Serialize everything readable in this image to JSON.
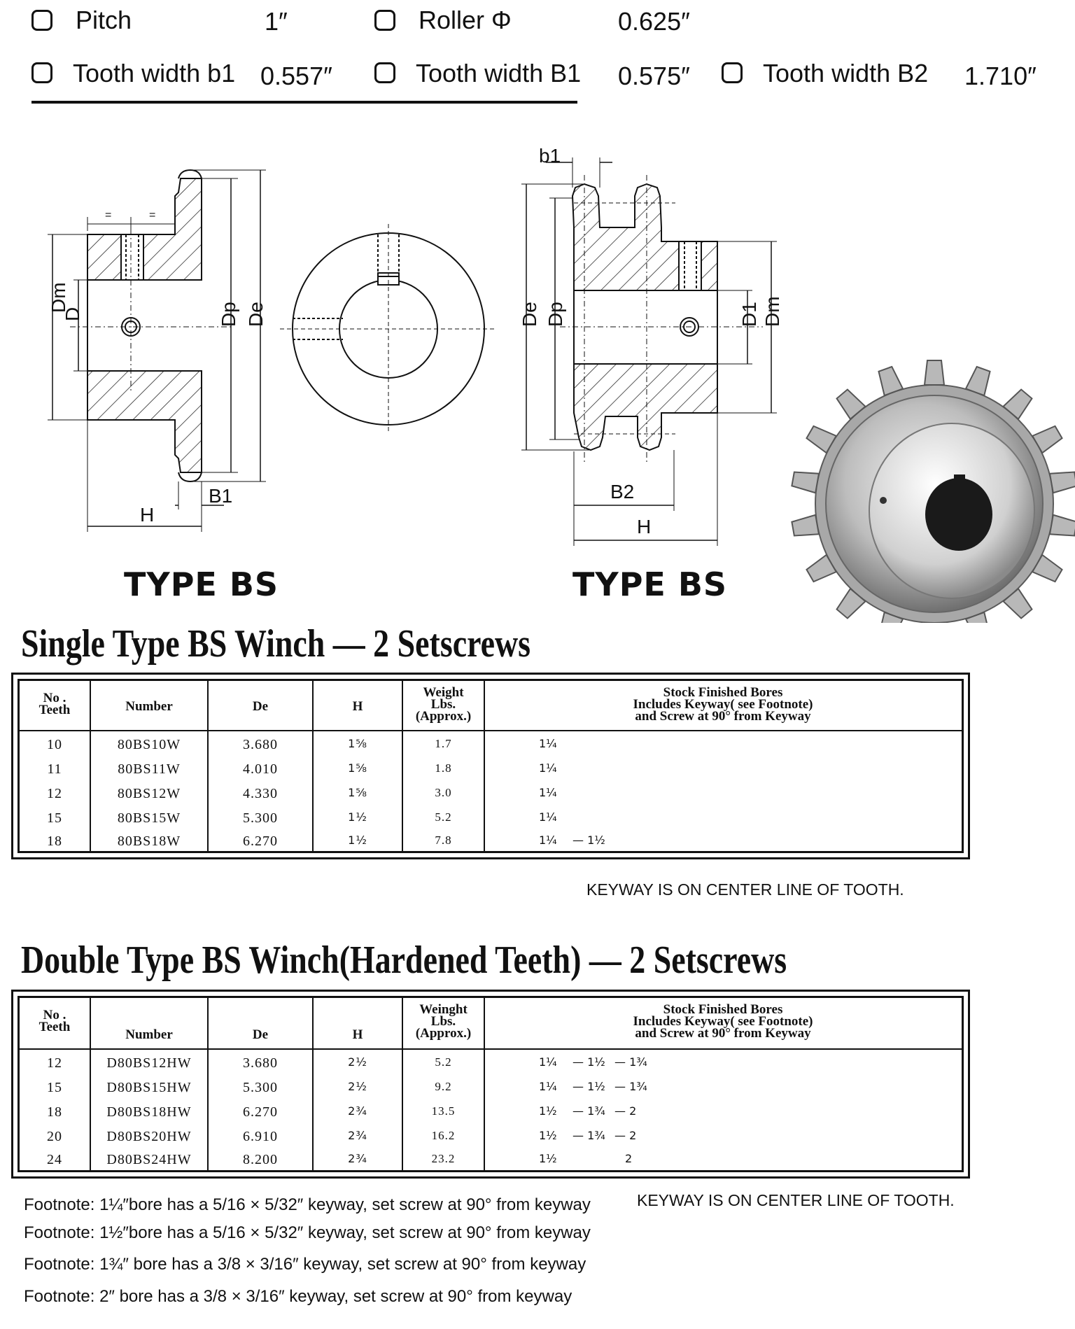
{
  "specs": {
    "pitch": {
      "label": "Pitch",
      "value": "1″"
    },
    "roller": {
      "label": "Roller Φ",
      "value": "0.625″"
    },
    "b1": {
      "label": "Tooth width b1",
      "value": "0.557″"
    },
    "B1": {
      "label": "Tooth width B1",
      "value": "0.575″"
    },
    "B2": {
      "label": "Tooth width B2",
      "value": "1.710″"
    }
  },
  "drawing_left": {
    "type_label": "TYPE BS",
    "dims": {
      "dm": "Dm",
      "d": "D",
      "dp": "Dp",
      "de": "De",
      "b1": "B1",
      "h": "H",
      "eq": "="
    }
  },
  "drawing_right": {
    "type_label": "TYPE BS",
    "dims": {
      "b1": "b1",
      "de": "De",
      "dp": "Dp",
      "d1": "D1",
      "dm": "Dm",
      "b2": "B2",
      "h": "H"
    }
  },
  "single": {
    "title": "Single Type   BS   Winch — 2 Setscrews",
    "headers": {
      "teeth": [
        "No .",
        "Teeth"
      ],
      "number": "Number",
      "de": "De",
      "h": "H",
      "weight": [
        "Weight",
        "Lbs.",
        "(Approx.)"
      ],
      "bores": [
        "Stock Finished Bores",
        "Includes Keyway( see Footnote)",
        "and Screw at 90°  from Keyway"
      ]
    },
    "rows": [
      {
        "teeth": "10",
        "number": "80BS10W",
        "de": "3.680",
        "h": "1⅝",
        "weight": "1.7",
        "bores": [
          "1¼"
        ]
      },
      {
        "teeth": "11",
        "number": "80BS11W",
        "de": "4.010",
        "h": "1⅝",
        "weight": "1.8",
        "bores": [
          "1¼"
        ]
      },
      {
        "teeth": "12",
        "number": "80BS12W",
        "de": "4.330",
        "h": "1⅝",
        "weight": "3.0",
        "bores": [
          "1¼"
        ]
      },
      {
        "teeth": "15",
        "number": "80BS15W",
        "de": "5.300",
        "h": "1½",
        "weight": "5.2",
        "bores": [
          "1¼"
        ]
      },
      {
        "teeth": "18",
        "number": "80BS18W",
        "de": "6.270",
        "h": "1½",
        "weight": "7.8",
        "bores": [
          "1¼",
          "— 1½"
        ]
      }
    ],
    "note": "KEYWAY IS ON CENTER LINE OF TOOTH."
  },
  "double": {
    "title": "Double Type   BS   Winch(Hardened Teeth) — 2 Setscrews",
    "headers": {
      "teeth": [
        "No .",
        "Teeth"
      ],
      "number": "Number",
      "de": "De",
      "h": "H",
      "weight": [
        "Weinght",
        "Lbs.",
        "(Approx.)"
      ],
      "bores": [
        "Stock Finished Bores",
        "Includes Keyway( see Footnote)",
        "and Screw at 90°  from Keyway"
      ]
    },
    "rows": [
      {
        "teeth": "12",
        "number": "D80BS12HW",
        "de": "3.680",
        "h": "2½",
        "weight": "5.2",
        "bores": [
          "1¼",
          "— 1½",
          "— 1¾"
        ]
      },
      {
        "teeth": "15",
        "number": "D80BS15HW",
        "de": "5.300",
        "h": "2½",
        "weight": "9.2",
        "bores": [
          "1¼",
          "— 1½",
          "— 1¾"
        ]
      },
      {
        "teeth": "18",
        "number": "D80BS18HW",
        "de": "6.270",
        "h": "2¾",
        "weight": "13.5",
        "bores": [
          "1½",
          "— 1¾",
          "— 2"
        ]
      },
      {
        "teeth": "20",
        "number": "D80BS20HW",
        "de": "6.910",
        "h": "2¾",
        "weight": "16.2",
        "bores": [
          "1½",
          "— 1¾",
          "— 2"
        ]
      },
      {
        "teeth": "24",
        "number": "D80BS24HW",
        "de": "8.200",
        "h": "2¾",
        "weight": "23.2",
        "bores": [
          "1½",
          "",
          "2"
        ]
      }
    ],
    "note": "KEYWAY IS ON CENTER LINE OF TOOTH."
  },
  "footnotes": [
    "Footnote:  1¼″bore has a  5/16 × 5/32″  keyway, set screw at 90°  from keyway",
    "Footnote:  1½″bore has a  5/16 × 5/32″  keyway, set screw at 90°  from keyway",
    "Footnote:  1¾″ bore has a  3/8  × 3/16″  keyway, set screw at 90°  from keyway",
    "Footnote:  2″ bore has a  3/8 × 3/16″  keyway, set screw at 90°  from keyway"
  ]
}
